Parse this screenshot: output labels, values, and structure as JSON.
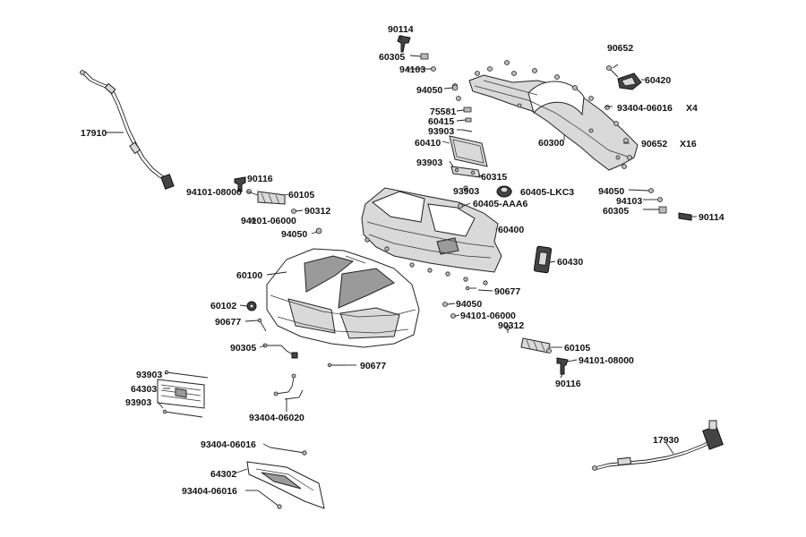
{
  "labels": {
    "l_90114_top": "90114",
    "l_60305_top": "60305",
    "l_94103_top": "94103",
    "l_94050_top": "94050",
    "l_90652_top": "90652",
    "l_60420": "60420",
    "l_93404_06016_top": "93404-06016",
    "l_x4": "X4",
    "l_75581": "75581",
    "l_60415": "60415",
    "l_93903_a": "93903",
    "l_60410": "60410",
    "l_60300": "60300",
    "l_90652_mid": "90652",
    "l_x16": "X16",
    "l_93903_b": "93903",
    "l_60315": "60315",
    "l_93903_c": "93903",
    "l_60405_lkc3": "60405-LKC3",
    "l_60405_aaa6": "60405-AAA6",
    "l_94050_right": "94050",
    "l_94103_right": "94103",
    "l_60305_right": "60305",
    "l_90114_right": "90114",
    "l_17910": "17910",
    "l_90116_left": "90116",
    "l_94101_08000_left": "94101-08000",
    "l_60105_left": "60105",
    "l_90312_left": "90312",
    "l_94101_06000_left": "94101-06000",
    "l_94050_left": "94050",
    "l_60400": "60400",
    "l_60430": "60430",
    "l_60100": "60100",
    "l_90677_right": "90677",
    "l_60102": "60102",
    "l_94050_center": "94050",
    "l_94101_06000_center": "94101-06000",
    "l_90677_left": "90677",
    "l_90312_right": "90312",
    "l_90305": "90305",
    "l_60105_right": "60105",
    "l_94101_08000_right": "94101-08000",
    "l_90677_bottom": "90677",
    "l_90116_right": "90116",
    "l_93903_d": "93903",
    "l_64303": "64303",
    "l_93903_e": "93903",
    "l_93404_06020": "93404-06020",
    "l_17930": "17930",
    "l_93404_06016_mid": "93404-06016",
    "l_64302": "64302",
    "l_93404_06016_bottom": "93404-06016"
  }
}
